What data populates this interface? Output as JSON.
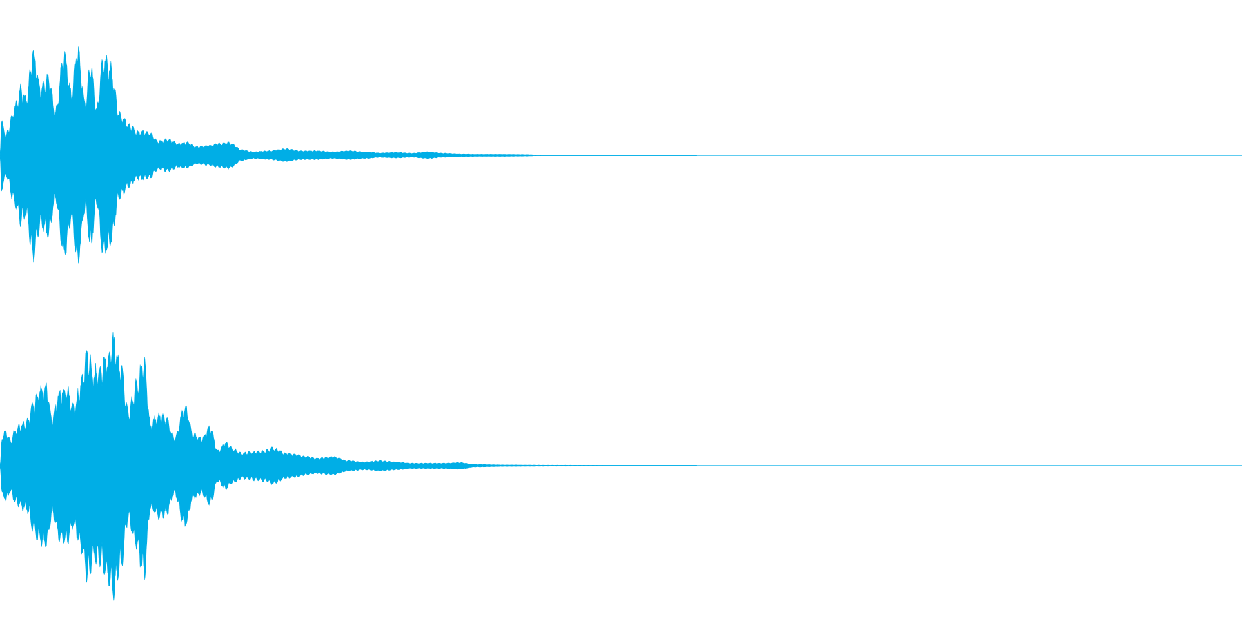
{
  "waveform": {
    "color": "#00aee6",
    "channels": [
      {
        "name": "channel-top",
        "peaks": [
          [
            0,
            0.0
          ],
          [
            2,
            0.32
          ],
          [
            5,
            0.27
          ],
          [
            7,
            0.18
          ],
          [
            11,
            0.25
          ],
          [
            15,
            0.38
          ],
          [
            20,
            0.48
          ],
          [
            26,
            0.62
          ],
          [
            33,
            0.55
          ],
          [
            42,
            0.98
          ],
          [
            51,
            0.65
          ],
          [
            61,
            0.73
          ],
          [
            70,
            0.42
          ],
          [
            81,
            0.96
          ],
          [
            90,
            0.59
          ],
          [
            98,
            1.0
          ],
          [
            108,
            0.49
          ],
          [
            114,
            0.88
          ],
          [
            122,
            0.44
          ],
          [
            130,
            0.93
          ],
          [
            140,
            0.83
          ],
          [
            150,
            0.4
          ],
          [
            162,
            0.3
          ],
          [
            173,
            0.22
          ],
          [
            188,
            0.22
          ],
          [
            200,
            0.13
          ],
          [
            212,
            0.15
          ],
          [
            225,
            0.11
          ],
          [
            235,
            0.12
          ],
          [
            248,
            0.08
          ],
          [
            262,
            0.09
          ],
          [
            275,
            0.11
          ],
          [
            290,
            0.12
          ],
          [
            305,
            0.05
          ],
          [
            320,
            0.03
          ],
          [
            340,
            0.04
          ],
          [
            360,
            0.06
          ],
          [
            380,
            0.04
          ],
          [
            400,
            0.04
          ],
          [
            420,
            0.03
          ],
          [
            440,
            0.04
          ],
          [
            460,
            0.03
          ],
          [
            480,
            0.02
          ],
          [
            500,
            0.025
          ],
          [
            520,
            0.018
          ],
          [
            540,
            0.03
          ],
          [
            560,
            0.018
          ],
          [
            580,
            0.012
          ],
          [
            600,
            0.01
          ],
          [
            630,
            0.01
          ],
          [
            660,
            0.008
          ],
          [
            680,
            0.004
          ],
          [
            720,
            0.003
          ],
          [
            800,
            0.002
          ],
          [
            860,
            0.001
          ],
          [
            880,
            0.0
          ]
        ]
      },
      {
        "name": "channel-bottom",
        "peaks": [
          [
            0,
            0.0
          ],
          [
            3,
            0.24
          ],
          [
            8,
            0.27
          ],
          [
            13,
            0.2
          ],
          [
            20,
            0.29
          ],
          [
            28,
            0.33
          ],
          [
            35,
            0.35
          ],
          [
            42,
            0.49
          ],
          [
            50,
            0.6
          ],
          [
            58,
            0.62
          ],
          [
            66,
            0.38
          ],
          [
            75,
            0.58
          ],
          [
            85,
            0.6
          ],
          [
            93,
            0.46
          ],
          [
            102,
            0.64
          ],
          [
            110,
            0.89
          ],
          [
            118,
            0.75
          ],
          [
            126,
            0.74
          ],
          [
            135,
            0.86
          ],
          [
            143,
            1.0
          ],
          [
            152,
            0.8
          ],
          [
            162,
            0.42
          ],
          [
            172,
            0.64
          ],
          [
            182,
            0.85
          ],
          [
            190,
            0.33
          ],
          [
            200,
            0.4
          ],
          [
            210,
            0.38
          ],
          [
            220,
            0.22
          ],
          [
            234,
            0.47
          ],
          [
            244,
            0.25
          ],
          [
            255,
            0.22
          ],
          [
            265,
            0.31
          ],
          [
            275,
            0.12
          ],
          [
            285,
            0.18
          ],
          [
            295,
            0.13
          ],
          [
            305,
            0.1
          ],
          [
            320,
            0.11
          ],
          [
            335,
            0.12
          ],
          [
            345,
            0.14
          ],
          [
            360,
            0.1
          ],
          [
            372,
            0.09
          ],
          [
            388,
            0.07
          ],
          [
            400,
            0.06
          ],
          [
            420,
            0.07
          ],
          [
            440,
            0.04
          ],
          [
            460,
            0.03
          ],
          [
            480,
            0.04
          ],
          [
            500,
            0.03
          ],
          [
            520,
            0.02
          ],
          [
            540,
            0.02
          ],
          [
            560,
            0.02
          ],
          [
            580,
            0.025
          ],
          [
            600,
            0.01
          ],
          [
            640,
            0.006
          ],
          [
            700,
            0.004
          ],
          [
            800,
            0.003
          ],
          [
            860,
            0.001
          ],
          [
            880,
            0.0
          ]
        ]
      }
    ]
  }
}
